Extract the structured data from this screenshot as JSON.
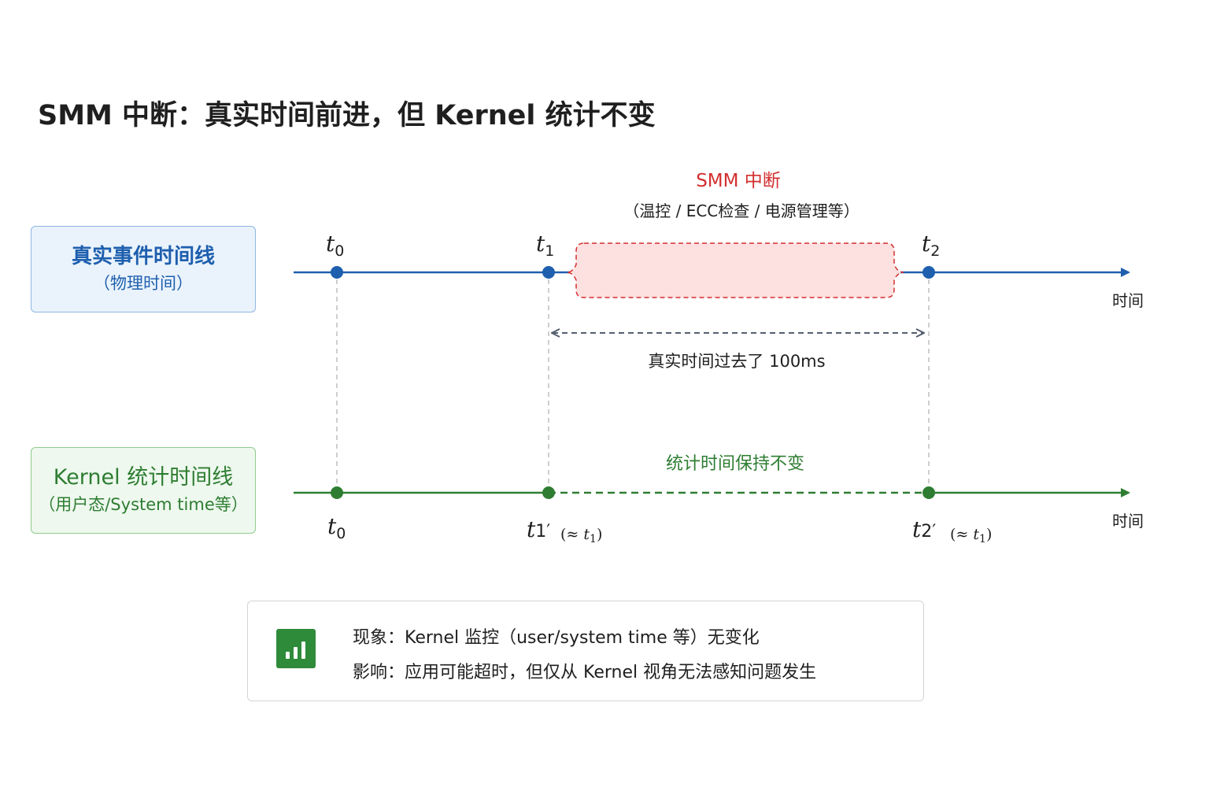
{
  "title": "SMM 中断：真实时间前进，但 Kernel 统计不变",
  "lanes": {
    "real": {
      "title": "真实事件时间线",
      "subtitle": "（物理时间）"
    },
    "kernel": {
      "title": "Kernel 统计时间线",
      "subtitle": "（用户态/System time等）"
    }
  },
  "smm": {
    "title": "SMM 中断",
    "subtitle": "（温控 / ECC检查 / 电源管理等）"
  },
  "labels": {
    "real_t0": "t0",
    "real_t1": "t1",
    "real_t2": "t2",
    "kernel_t0": "t0",
    "kernel_t1": "t1′",
    "kernel_t1_approx": "(≈ t1)",
    "kernel_t2": "t2′",
    "kernel_t2_approx": "(≈ t1)",
    "axis_real": "时间",
    "axis_kernel": "时间",
    "elapsed": "真实时间过去了 100ms",
    "unchanged": "统计时间保持不变"
  },
  "note": {
    "icon": "bar-chart-icon",
    "line1": "现象：Kernel 监控（user/system time 等）无变化",
    "line2": "影响：应用可能超时，但仅从 Kernel 视角无法感知问题发生"
  },
  "colors": {
    "real": "#1e5fae",
    "kernel": "#2e7d32",
    "smm": "#d32f2f",
    "smm_fill": "#fde0e0",
    "dashed": "#bdbdbd",
    "elapsed_arrow": "#555f6e"
  }
}
